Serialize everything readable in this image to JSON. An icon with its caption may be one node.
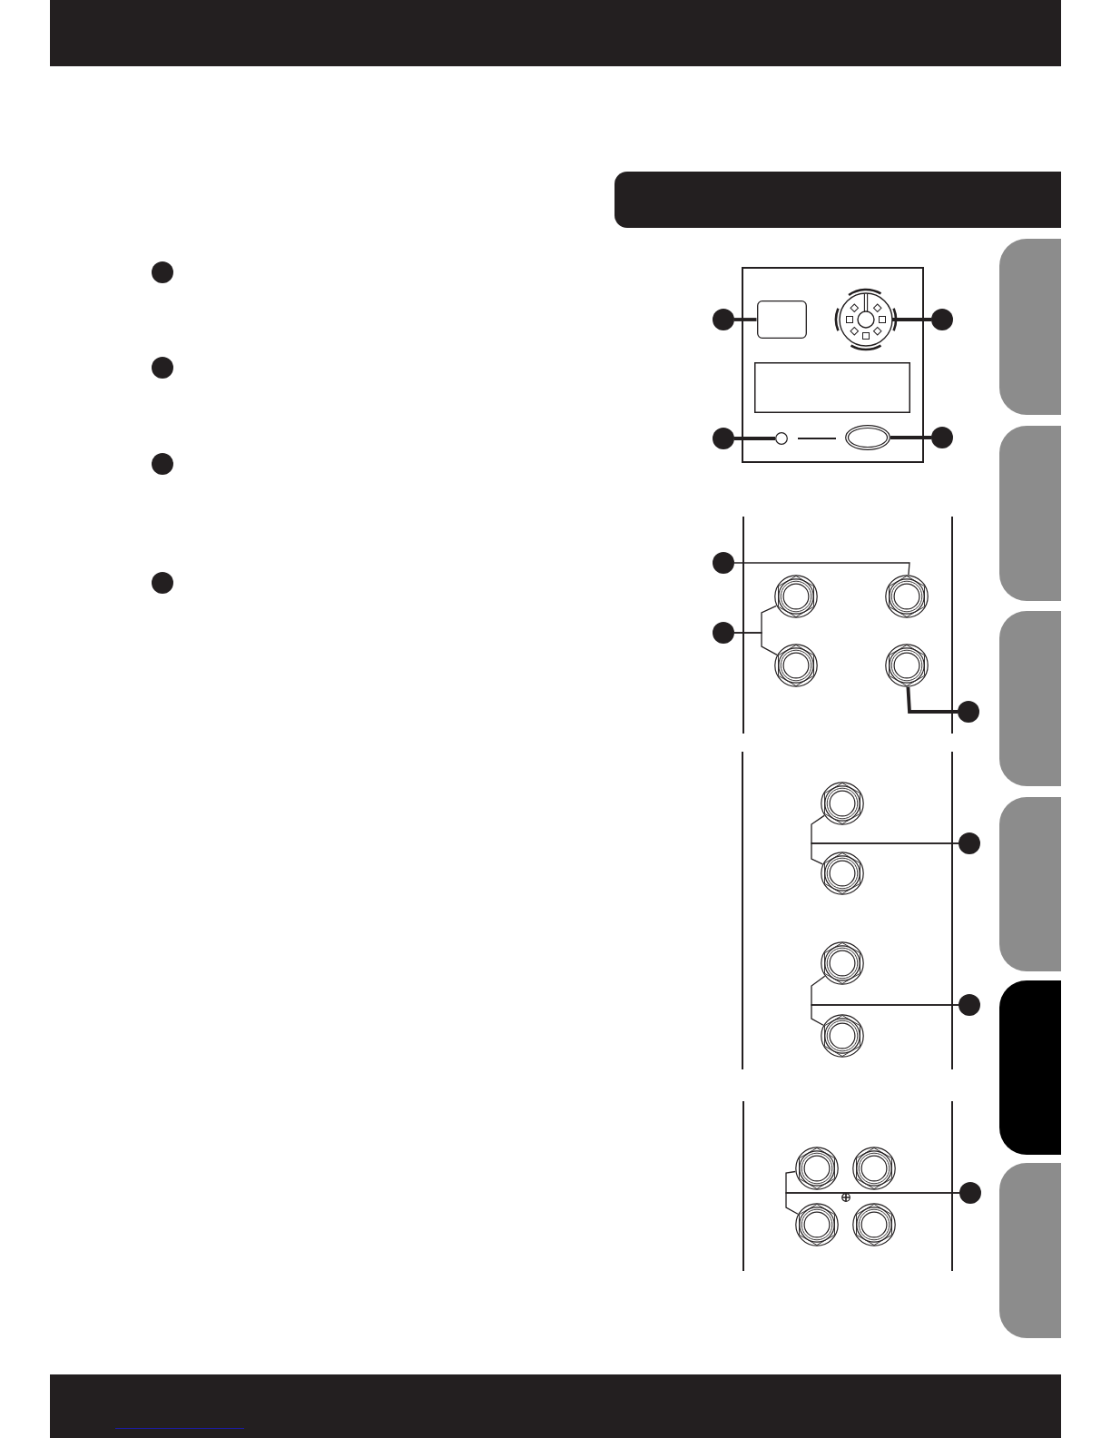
{
  "diagram": {
    "nodes": [
      {
        "text": [],
        "shape": "circle"
      },
      {
        "text": [],
        "shape": "circle"
      },
      {
        "text": [],
        "shape": "circle"
      },
      {
        "text": [],
        "shape": "circle"
      },
      {
        "text": [],
        "shape": "circle"
      },
      {
        "text": [],
        "shape": "box"
      },
      {
        "text": [],
        "shape": "picture"
      },
      {
        "text": [],
        "shape": "circle"
      },
      {
        "text": [],
        "shape": "box"
      },
      {
        "text": [],
        "shape": "circle"
      },
      {
        "text": [],
        "shape": "circle"
      },
      {
        "text": [],
        "shape": "oval"
      },
      {
        "text": [],
        "shape": "circle"
      },
      {
        "text": [],
        "shape": "circle"
      },
      {
        "text": [],
        "shape": "picture"
      },
      {
        "text": [],
        "shape": "picture"
      },
      {
        "text": [],
        "shape": "circle"
      },
      {
        "text": [],
        "shape": "picture"
      },
      {
        "text": [],
        "shape": "picture"
      },
      {
        "text": [],
        "shape": "circle"
      },
      {
        "text": [],
        "shape": "picture"
      },
      {
        "text": [],
        "shape": "circle"
      },
      {
        "text": [],
        "shape": "picture"
      },
      {
        "text": [],
        "shape": "picture"
      },
      {
        "text": [],
        "shape": "circle"
      },
      {
        "text": [],
        "shape": "picture"
      },
      {
        "text": [],
        "shape": "picture"
      },
      {
        "text": [],
        "shape": "picture"
      },
      {
        "text": [],
        "shape": "circle"
      },
      {
        "text": [],
        "shape": "picture"
      },
      {
        "text": [],
        "shape": "picture"
      },
      {
        "text": [],
        "shape": "box"
      },
      {
        "text": [],
        "shape": "box"
      },
      {
        "text": [],
        "shape": "box"
      },
      {
        "text": [],
        "shape": "box"
      },
      {
        "text": [],
        "shape": "box"
      },
      {
        "text": [],
        "shape": "box"
      }
    ],
    "edges": [
      {
        "from": 4,
        "to": 5,
        "arrow": "none",
        "style": "thick"
      },
      {
        "from": 7,
        "to": 6,
        "arrow": "none",
        "style": "thick"
      },
      {
        "from": 9,
        "to": 10,
        "arrow": "none",
        "style": "thick"
      },
      {
        "from": 12,
        "to": 11,
        "arrow": "none",
        "style": "thick"
      },
      {
        "from": 13,
        "to": 15,
        "arrow": "none"
      },
      {
        "from": 16,
        "to": 14,
        "arrow": "none"
      },
      {
        "from": 16,
        "to": 17,
        "arrow": "none"
      },
      {
        "from": 19,
        "to": 18,
        "arrow": "none",
        "style": "thick"
      },
      {
        "from": 21,
        "to": 20,
        "arrow": "none"
      },
      {
        "from": 21,
        "to": 22,
        "arrow": "none"
      },
      {
        "from": 24,
        "to": 23,
        "arrow": "none"
      },
      {
        "from": 24,
        "to": 25,
        "arrow": "none"
      },
      {
        "from": 28,
        "to": 26,
        "arrow": "none"
      },
      {
        "from": 28,
        "to": 29,
        "arrow": "none"
      }
    ]
  }
}
